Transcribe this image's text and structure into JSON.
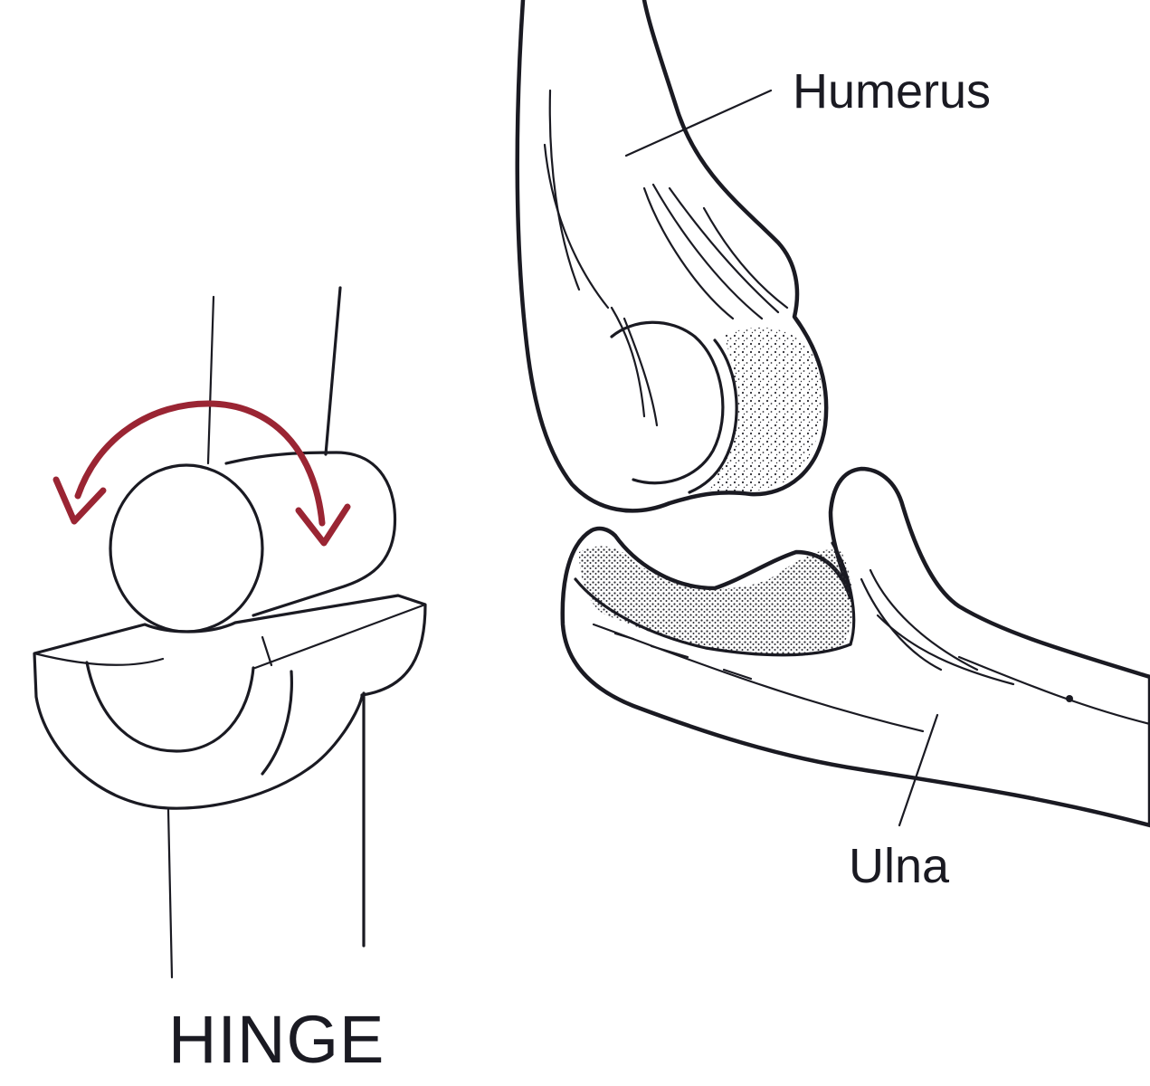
{
  "labels": {
    "humerus": "Humerus",
    "ulna": "Ulna",
    "hinge": "HINGE"
  },
  "colors": {
    "ink": "#1a1a22",
    "motion_arrow": "#9a2533",
    "stipple": "#2a2a30"
  },
  "icons": {
    "motion": "double-headed-curved-arrow"
  }
}
